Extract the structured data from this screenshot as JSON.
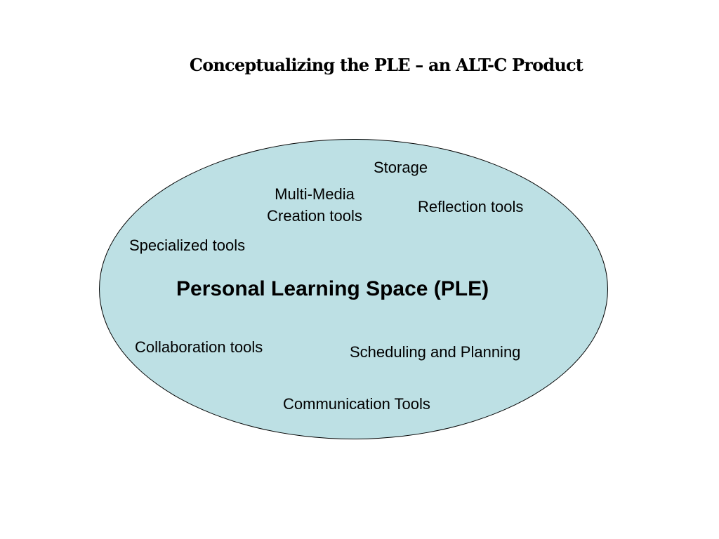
{
  "slide": {
    "title": "Conceptualizing the PLE – an ALT-C Product"
  },
  "diagram": {
    "center_label": "Personal Learning Space (PLE)",
    "items": {
      "storage": "Storage",
      "multimedia_line1": "Multi-Media",
      "multimedia_line2": "Creation tools",
      "reflection": "Reflection tools",
      "specialized": "Specialized tools",
      "collaboration": "Collaboration tools",
      "scheduling": "Scheduling and Planning",
      "communication": "Communication Tools"
    },
    "colors": {
      "ellipse_fill": "#bde0e4",
      "ellipse_border": "#000000",
      "text": "#000000"
    }
  }
}
